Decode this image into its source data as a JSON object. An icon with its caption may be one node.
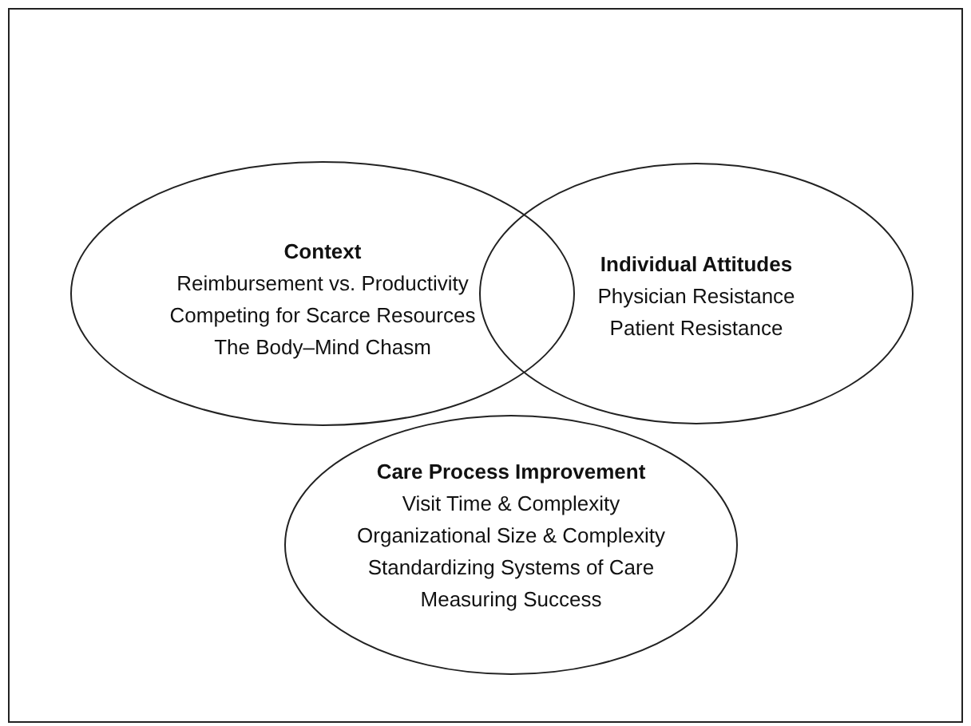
{
  "diagram": {
    "nodes": [
      {
        "text": [
          "Context",
          "Reimbursement vs. Productivity",
          "Competing for Scarce Resources",
          "The Body–Mind Chasm"
        ]
      },
      {
        "text": [
          "Individual Attitudes",
          "Physician Resistance",
          "Patient Resistance"
        ]
      },
      {
        "text": [
          "Care Process Improvement",
          "Visit Time & Complexity",
          "Organizational Size & Complexity",
          "Standardizing Systems of Care",
          "Measuring Success"
        ]
      }
    ]
  }
}
